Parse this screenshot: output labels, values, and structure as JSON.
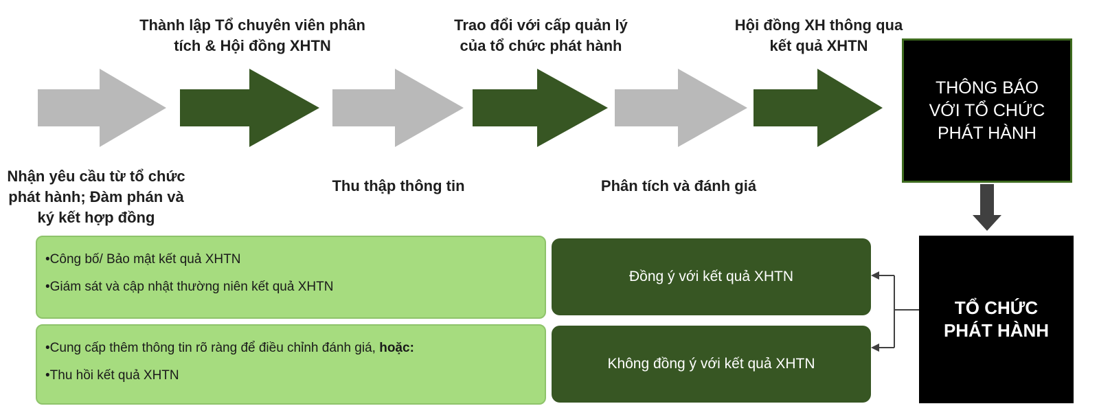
{
  "colors": {
    "gray_arrow": "#b9b9b9",
    "green_arrow": "#375623",
    "light_green": "#a6dc7f",
    "black": "#000000",
    "connector": "#404040"
  },
  "steps": [
    {
      "label": "Nhận yêu cầu từ tổ chức phát hành; Đàm phán và ký kết hợp đồng",
      "color": "gray"
    },
    {
      "label": "Thành lập Tổ chuyên viên phân tích & Hội đồng XHTN",
      "color": "green"
    },
    {
      "label": "Thu thập thông tin",
      "color": "gray"
    },
    {
      "label": "Trao đổi với cấp quản lý của tổ chức phát hành",
      "color": "green"
    },
    {
      "label": "Phân tích và đánh giá",
      "color": "gray"
    },
    {
      "label": "Hội đồng XH thông qua kết quả XHTN",
      "color": "green"
    }
  ],
  "notify_box": {
    "line1": "THÔNG BÁO",
    "line2": "VỚI TỔ CHỨC",
    "line3": "PHÁT HÀNH"
  },
  "issuer_box": {
    "line1": "TỔ CHỨC",
    "line2": "PHÁT HÀNH"
  },
  "outcomes": [
    {
      "decision": "Đồng ý với kết quả XHTN",
      "actions": [
        {
          "bullet": "•",
          "text": "Công bố/ Bảo mật kết quả XHTN"
        },
        {
          "bullet": "•",
          "text": "Giám sát và cập nhật thường niên kết quả XHTN"
        }
      ]
    },
    {
      "decision": "Không đồng ý với kết quả XHTN",
      "actions": [
        {
          "bullet": "•",
          "text": "Cung cấp thêm thông tin rõ ràng để điều chỉnh đánh giá, ",
          "bold_suffix": "hoặc:"
        },
        {
          "bullet": "•",
          "text": "Thu hồi kết quả XHTN"
        }
      ]
    }
  ]
}
